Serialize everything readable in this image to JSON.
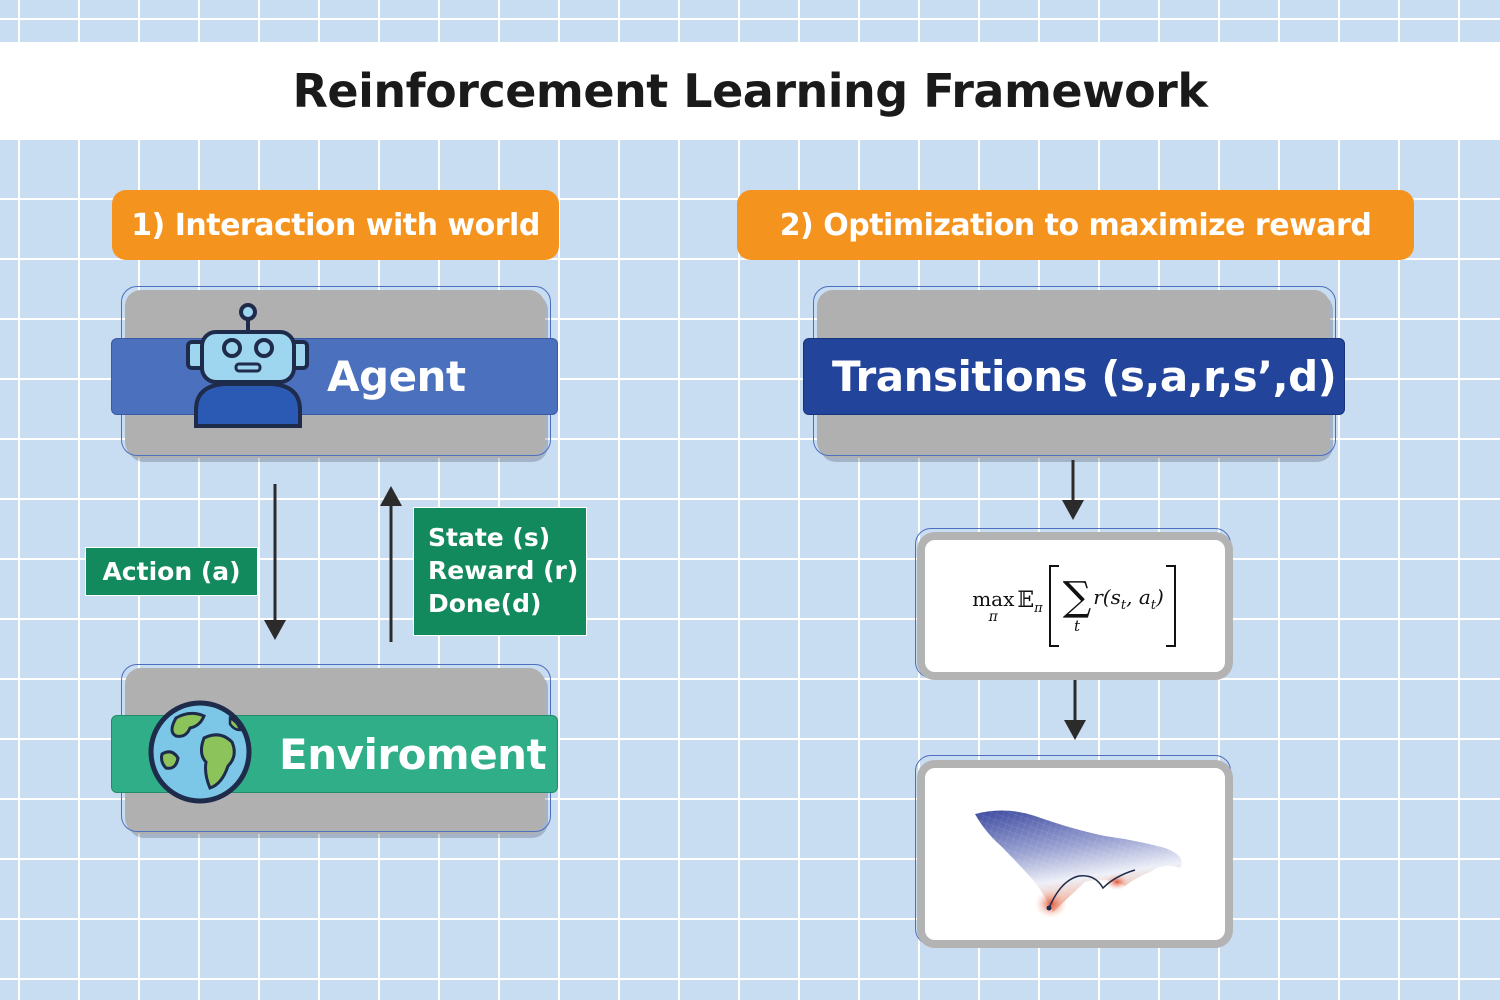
{
  "title": "Reinforcement Learning Framework",
  "sections": {
    "interaction": {
      "label": "1) Interaction with world",
      "agent_label": "Agent",
      "environment_label": "Enviroment",
      "action_label": "Action (a)",
      "feedback_lines": [
        "State (s)",
        "Reward (r)",
        "Done(d)"
      ]
    },
    "optimization": {
      "label": "2) Optimization to maximize reward",
      "transitions_label": "Transitions (s,a,r,s’,d)",
      "objective": {
        "max": "max",
        "max_sub": "π",
        "expect": "𝔼",
        "expect_sub": "π",
        "sum_sub": "t",
        "term": "r(s",
        "term_sub1": "t",
        "term_mid": ", a",
        "term_sub2": "t",
        "term_end": ")"
      }
    }
  },
  "icons": [
    "robot-icon",
    "globe-icon",
    "loss-surface-plot"
  ],
  "colors": {
    "accent_orange": "#f5931f",
    "agent_blue": "#4a70be",
    "env_green": "#2fae87",
    "transitions_navy": "#22449a",
    "label_green": "#138a5e"
  }
}
